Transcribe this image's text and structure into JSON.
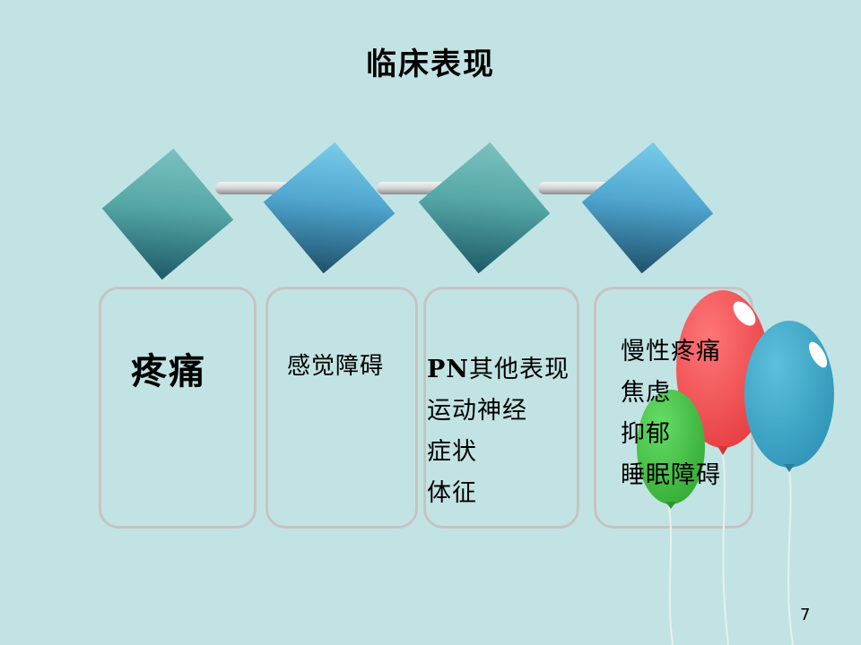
{
  "title": "临床表现",
  "cards": [
    {
      "lines": [
        "疼痛"
      ]
    },
    {
      "lines": [
        "感觉障碍"
      ]
    },
    {
      "pn_prefix": "PN",
      "first_rest": "其他表现",
      "lines": [
        "运动神经",
        "症状",
        "体征"
      ]
    },
    {
      "lines": [
        "慢性疼痛",
        "焦虑",
        "抑郁",
        "睡眠障碍"
      ]
    }
  ],
  "colors": {
    "background": "#c2e3e3",
    "card_border": "#c7c3c3",
    "balloon_red": "#f04f52",
    "balloon_blue": "#3aa7c6",
    "balloon_green": "#4cc44c"
  },
  "page_number": "7"
}
